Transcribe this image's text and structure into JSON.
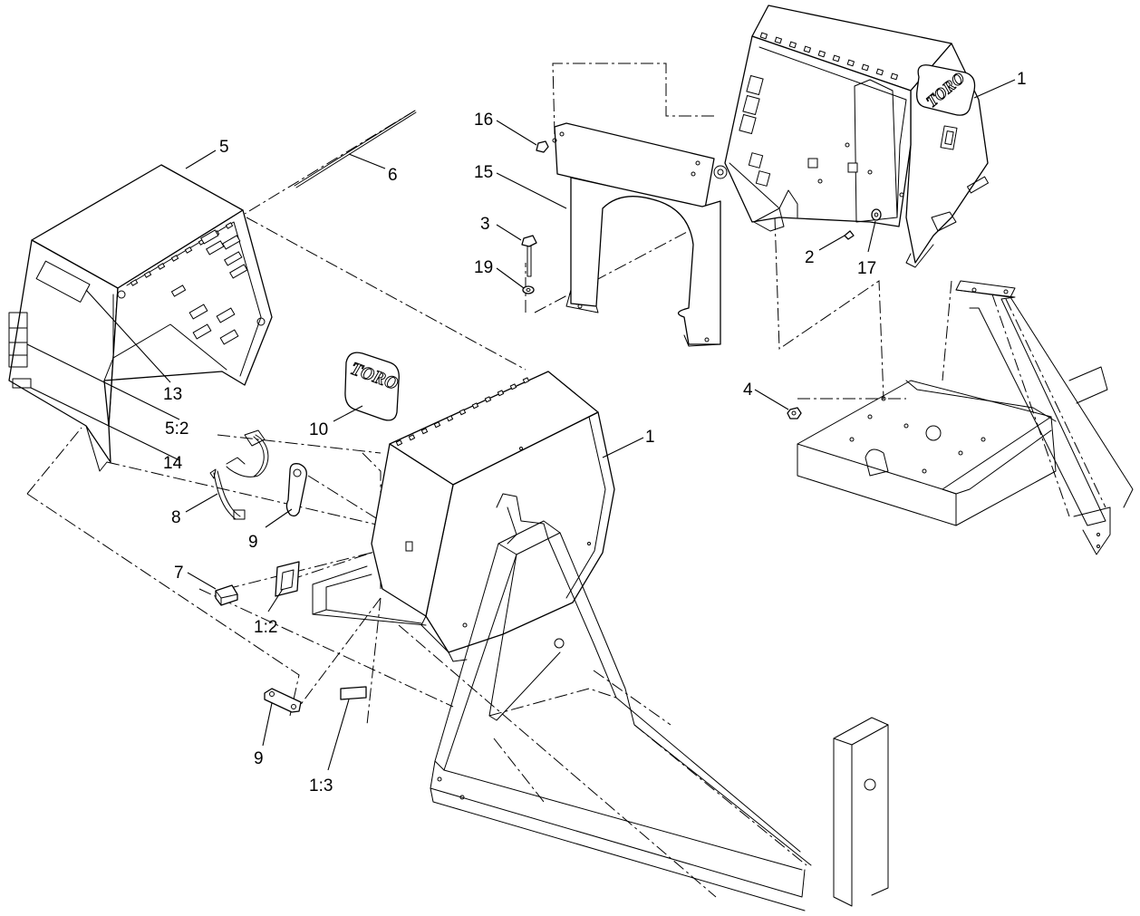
{
  "callouts": {
    "c1_top": "1",
    "c16": "16",
    "c15": "15",
    "c3": "3",
    "c19": "19",
    "c2": "2",
    "c17": "17",
    "c4": "4",
    "c5": "5",
    "c6": "6",
    "c13": "13",
    "c5_2": "5:2",
    "c14": "14",
    "c10": "10",
    "c1_mid": "1",
    "c8": "8",
    "c9_upper": "9",
    "c7": "7",
    "c1_2": "1:2",
    "c9_lower": "9",
    "c1_3": "1:3"
  },
  "logos": {
    "brand_decal": "TORO",
    "brand_hood": "TORO"
  }
}
